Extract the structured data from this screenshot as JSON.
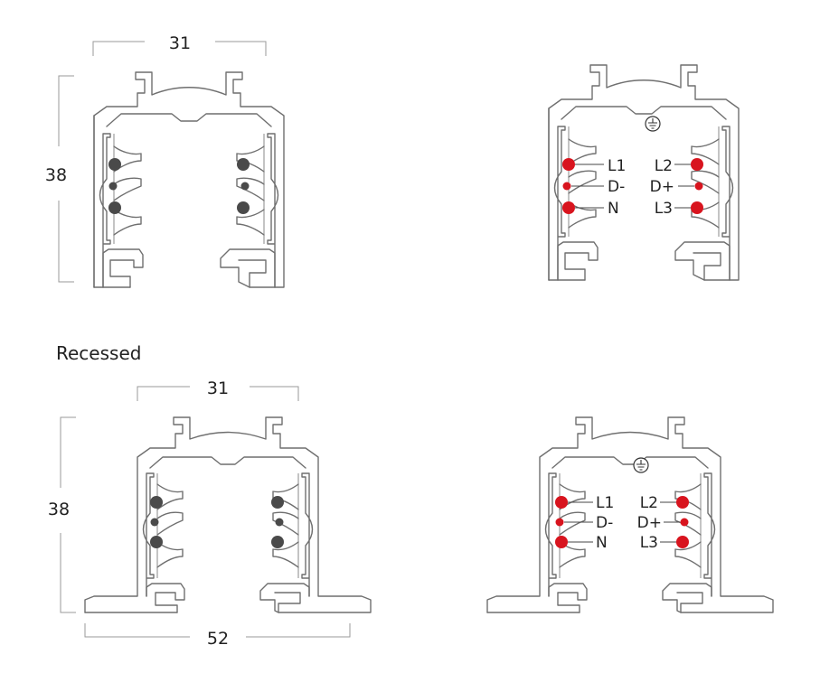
{
  "section_label": "Recessed",
  "dims": {
    "surface_width": "31",
    "surface_height": "38",
    "recessed_width": "31",
    "recessed_height": "38",
    "recessed_flange": "52"
  },
  "terminals": {
    "l1": "L1",
    "dminus": "D-",
    "n": "N",
    "l2": "L2",
    "dplus": "D+",
    "l3": "L3"
  },
  "colors": {
    "live_dot": "#d8141e",
    "plain_dot": "#4a4a4a",
    "outline": "#6f6f6f"
  },
  "icons": [
    "ground-symbol-icon"
  ]
}
